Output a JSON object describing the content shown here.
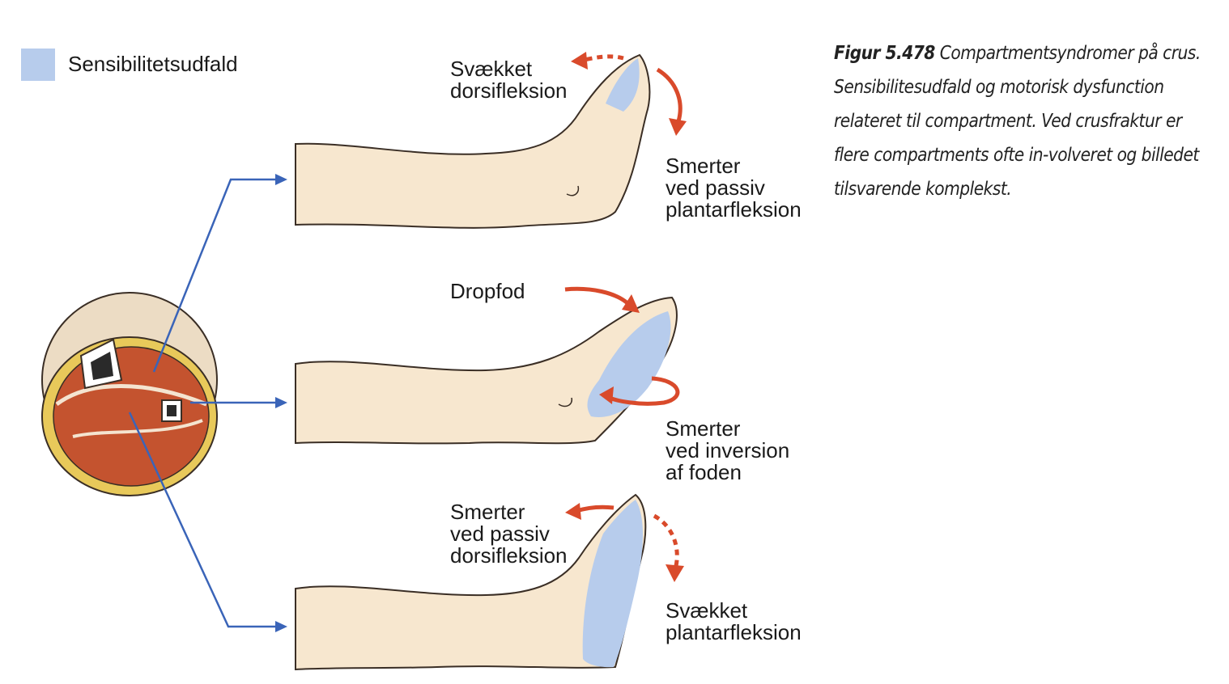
{
  "legend": {
    "label": "Sensibilitetsudfald",
    "color": "#b7ccec"
  },
  "labels": {
    "top_left": "Svækket\ndorsifleksion",
    "top_right": "Smerter\nved passiv\nplantarfleksion",
    "mid_left": "Dropfod",
    "mid_right": "Smerter\nved inversion\naf foden",
    "bot_left": "Smerter\nved passiv\ndorsifleksion",
    "bot_right": "Svækket\nplantarfleksion"
  },
  "caption": {
    "figure": "Figur 5.478",
    "text": " Compartmentsyndromer på crus. Sensibilitesudfald og motorisk dysfunction relateret til compartment. Ved crusfraktur er flere compartments ofte in-volveret og billedet tilsvarende komplekst."
  },
  "colors": {
    "skin": "#f7e7cf",
    "outline": "#3a2e25",
    "arrow_red": "#d94a2b",
    "arrow_blue": "#3a64b8",
    "sensory": "#b7ccec"
  }
}
